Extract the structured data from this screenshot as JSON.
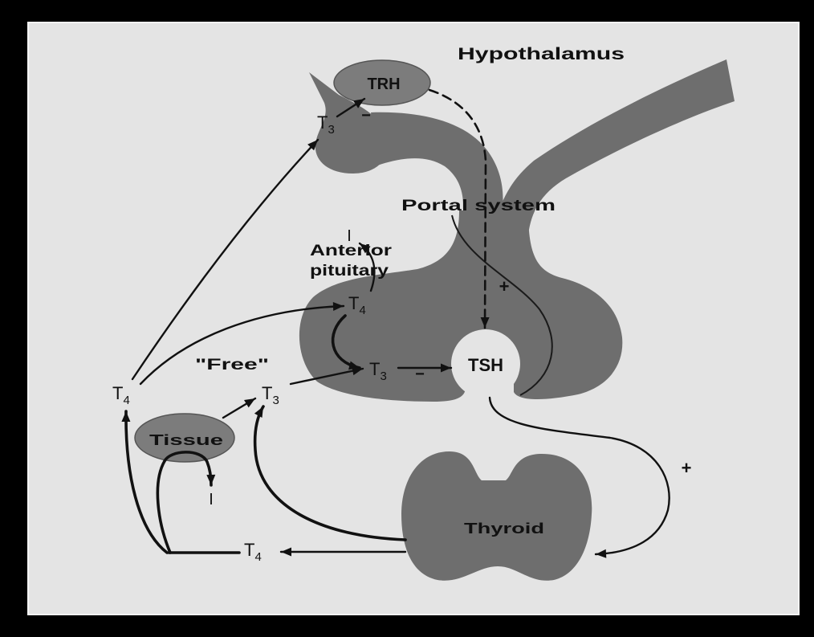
{
  "diagram": {
    "labels": {
      "hypothalamus": "Hypothalamus",
      "trh": "TRH",
      "portal_system": "Portal system",
      "anterior_pituitary": [
        "Anterior",
        "pituitary"
      ],
      "tsh": "TSH",
      "free": "\"Free\"",
      "tissue": "Tissue",
      "thyroid": "Thyroid"
    },
    "hormones": {
      "t3_at_hypothalamus": {
        "letter": "T",
        "subscript": "3"
      },
      "t4_at_pituitary": {
        "letter": "T",
        "subscript": "4"
      },
      "t3_at_pituitary": {
        "letter": "T",
        "subscript": "3"
      },
      "t4_circulating": {
        "letter": "T",
        "subscript": "4"
      },
      "t3_free": {
        "letter": "T",
        "subscript": "3"
      },
      "t4_from_thyroid": {
        "letter": "T",
        "subscript": "4"
      }
    },
    "iodide": {
      "from_pituitary": "I",
      "from_tissue": "I"
    },
    "signs": {
      "t3_on_trh": "−",
      "t3_on_tsh": "−",
      "trh_on_tsh": "+",
      "tsh_on_thyroid": "+"
    },
    "colors": {
      "frame": "#000000",
      "background": "#e4e4e4",
      "shape": "#6e6e6e",
      "ellipse": "#7c7c7c",
      "ink": "#111111"
    }
  }
}
